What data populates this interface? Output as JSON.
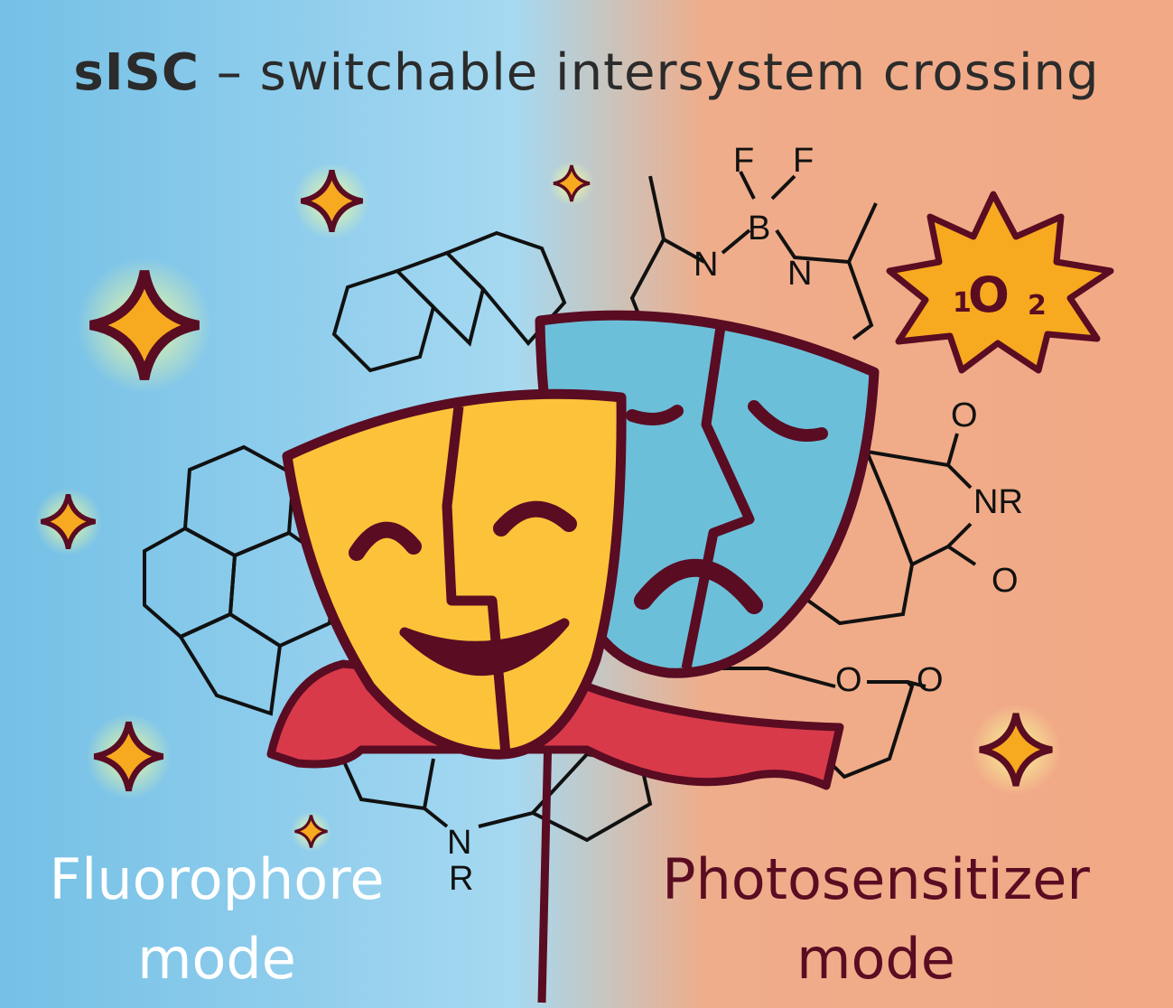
{
  "title": {
    "bold": "sISC",
    "rest": " – switchable intersystem crossing"
  },
  "left_label": {
    "line1": "Fluorophore",
    "line2": "mode"
  },
  "right_label": {
    "line1": "Photosensitizer",
    "line2": "mode"
  },
  "singlet_oxygen": {
    "sup": "1",
    "main": "O",
    "sub": "2"
  },
  "atoms": {
    "f1": "F",
    "f2": "F",
    "b": "B",
    "n1": "N",
    "n2": "N",
    "o1": "O",
    "nr": "NR",
    "o2": "O",
    "o3": "O",
    "o4": "O",
    "n3": "N",
    "r": "R"
  },
  "colors": {
    "left_bg": "#74c0e6",
    "right_bg": "#f2a985",
    "mask_yellow": "#fcc23a",
    "mask_blue": "#6cbfd9",
    "outline": "#5a0c22",
    "ribbon": "#d83a4a",
    "sparkle": "#f7a91f"
  }
}
